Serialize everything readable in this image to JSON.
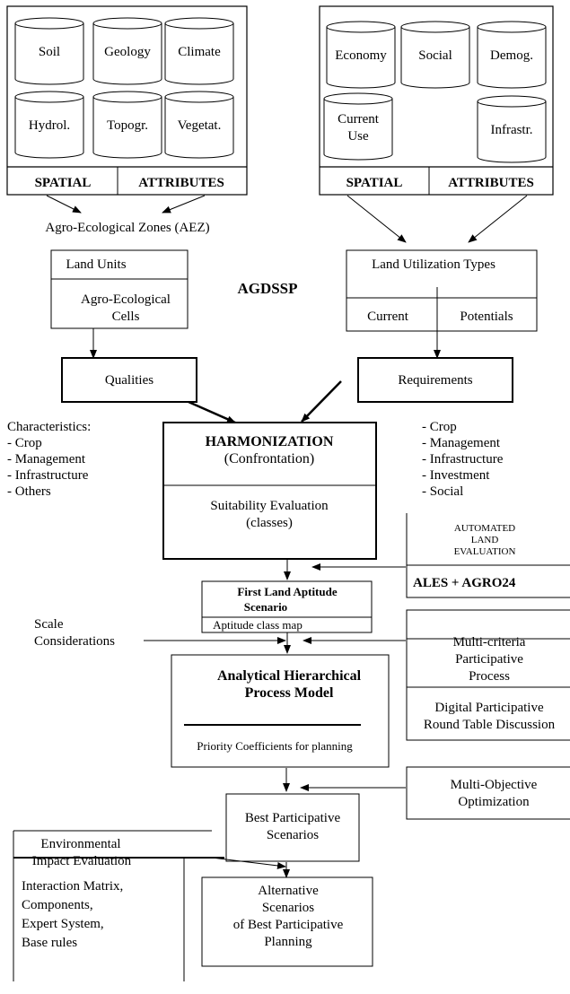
{
  "left_db": {
    "cylinders": [
      "Soil",
      "Geology",
      "Climate",
      "Hydrol.",
      "Topogr.",
      "Vegetat."
    ],
    "spatial": "SPATIAL",
    "attributes": "ATTRIBUTES"
  },
  "right_db": {
    "cylinders": [
      "Economy",
      "Social",
      "Demog."
    ],
    "current_use": [
      "Current",
      "Use"
    ],
    "infrastr": "Infrastr.",
    "spatial": "SPATIAL",
    "attributes": "ATTRIBUTES"
  },
  "aez_label": "Agro-Ecological Zones (AEZ)",
  "agdssp": "AGDSSP",
  "land_units": {
    "title": "Land Units",
    "cells": [
      "Agro-Ecological",
      "Cells"
    ]
  },
  "lut": {
    "title": "Land Utilization Types",
    "current": "Current",
    "potentials": "Potentials"
  },
  "qualities": "Qualities",
  "requirements": "Requirements",
  "characteristics": {
    "title": "Characteristics:",
    "items": [
      "- Crop",
      "- Management",
      "- Infrastructure",
      "- Others"
    ]
  },
  "req_items": [
    "- Crop",
    "- Management",
    "- Infrastructure",
    "- Investment",
    "- Social"
  ],
  "harmonization": {
    "title": "HARMONIZATION",
    "sub": "(Confrontation)",
    "eval": [
      "Suitability Evaluation",
      "(classes)"
    ]
  },
  "automated": {
    "lines": [
      "AUTOMATED",
      "LAND",
      "EVALUATION"
    ],
    "tools": "ALES  + AGRO24"
  },
  "first_scenario": {
    "lines": [
      "First Land Aptitude",
      "Scenario"
    ],
    "map": "Aptitude class map"
  },
  "scale": [
    "Scale",
    "Considerations"
  ],
  "multicriteria": {
    "lines": [
      "Multi-criteria",
      "Participative",
      "Process"
    ],
    "digital": [
      "Digital Participative",
      "Round Table Discussion"
    ]
  },
  "ahp": {
    "lines": [
      "Analytical Hierarchical",
      "Process Model"
    ],
    "priority": "Priority Coefficients for planning"
  },
  "multiobjective": [
    "Multi-Objective",
    "Optimization"
  ],
  "best": [
    "Best Participative",
    "Scenarios"
  ],
  "env": {
    "title": [
      "Environmental",
      "Impact Evaluation"
    ],
    "items": [
      "Interaction Matrix,",
      "Components,",
      "Expert System,",
      "Base rules"
    ]
  },
  "alternative": [
    "Alternative",
    "Scenarios",
    "of Best Participative",
    "Planning"
  ]
}
